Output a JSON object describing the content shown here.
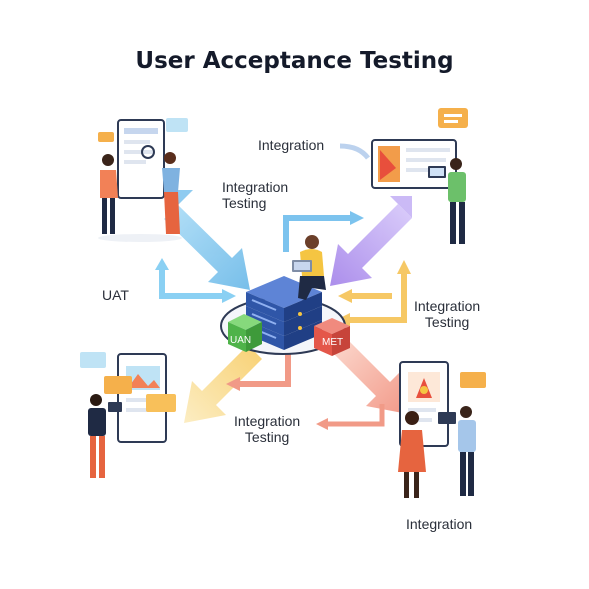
{
  "title": "User Acceptance Testing",
  "labels": {
    "integration_top_right": "Integration",
    "integration_testing_upper_l1": "Integration",
    "integration_testing_upper_l2": "Testing",
    "uat_left": "UAT",
    "integration_testing_right_l1": "Integration",
    "integration_testing_right_l2": "Testing",
    "integration_testing_lower_l1": "Integration",
    "integration_testing_lower_l2": "Testing",
    "integration_bottom_right": "Integration"
  },
  "cubes": {
    "green": "UAN",
    "red": "MET"
  },
  "colors": {
    "arrow_blue": "#8fd0f2",
    "arrow_purple": "#b59cf0",
    "arrow_yellow": "#f6d98a",
    "arrow_salmon": "#f4a58e",
    "server_blue": "#2d4f9e",
    "cube_green": "#5ac15a",
    "cube_red": "#e4574a"
  }
}
